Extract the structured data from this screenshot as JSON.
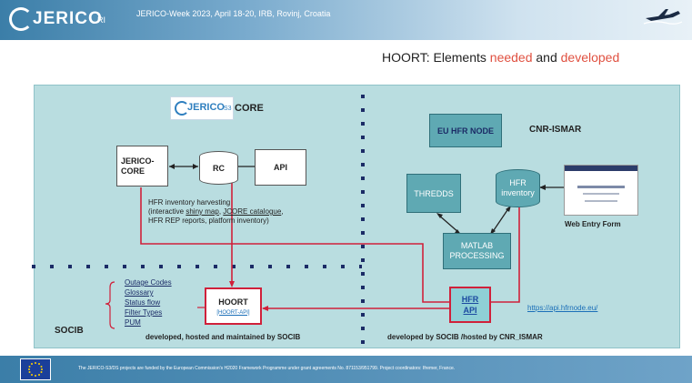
{
  "header": {
    "logo_text": "JERICO",
    "logo_sub": "RI",
    "event": "JERICO-Week 2023, April 18-20, IRB, Rovinj, Croatia"
  },
  "title": {
    "part1": "HOORT: Elements ",
    "part2": "needed",
    "part3": " and ",
    "part4": "developed"
  },
  "core": {
    "logo_text": "JERICO",
    "logo_sub": "S3",
    "label": "CORE",
    "jerico_core": "JERICO-CORE",
    "rc": "RC",
    "api": "API",
    "harvest_title": "HFR inventory harvesting",
    "harvest_line2_a": "(interactive ",
    "harvest_link1": "shiny map",
    "harvest_sep": ", ",
    "harvest_link2": "JCORE catalogue",
    "harvest_line2_b": ",",
    "harvest_line3": "HFR REP reports, platform inventory)"
  },
  "cnr": {
    "eu_node": "EU HFR NODE",
    "label": "CNR-ISMAR",
    "thredds": "THREDDS",
    "hfr_inventory": "HFR inventory",
    "matlab": "MATLAB PROCESSING",
    "web_form": "Web Entry Form",
    "hfr_api": "HFR API",
    "api_url": "https://api.hfrnode.eu/",
    "footer_note": "developed by SOCIB /hosted by CNR_ISMAR"
  },
  "socib": {
    "list": [
      "Outage Codes",
      "Glossary",
      "Status flow",
      "Filter Types",
      "PUM"
    ],
    "hoort": "HOORT",
    "hoort_api": "[HOORT-API]",
    "label": "SOCIB",
    "footer_note": "developed, hosted and maintained by SOCIB"
  },
  "footer": {
    "text": "The JERICO-S3/DS projects are funded by the European Commission's H2020 Framework Programme under grant agreements No. 871153/951799. Project coordinators: Ifremer, France."
  }
}
